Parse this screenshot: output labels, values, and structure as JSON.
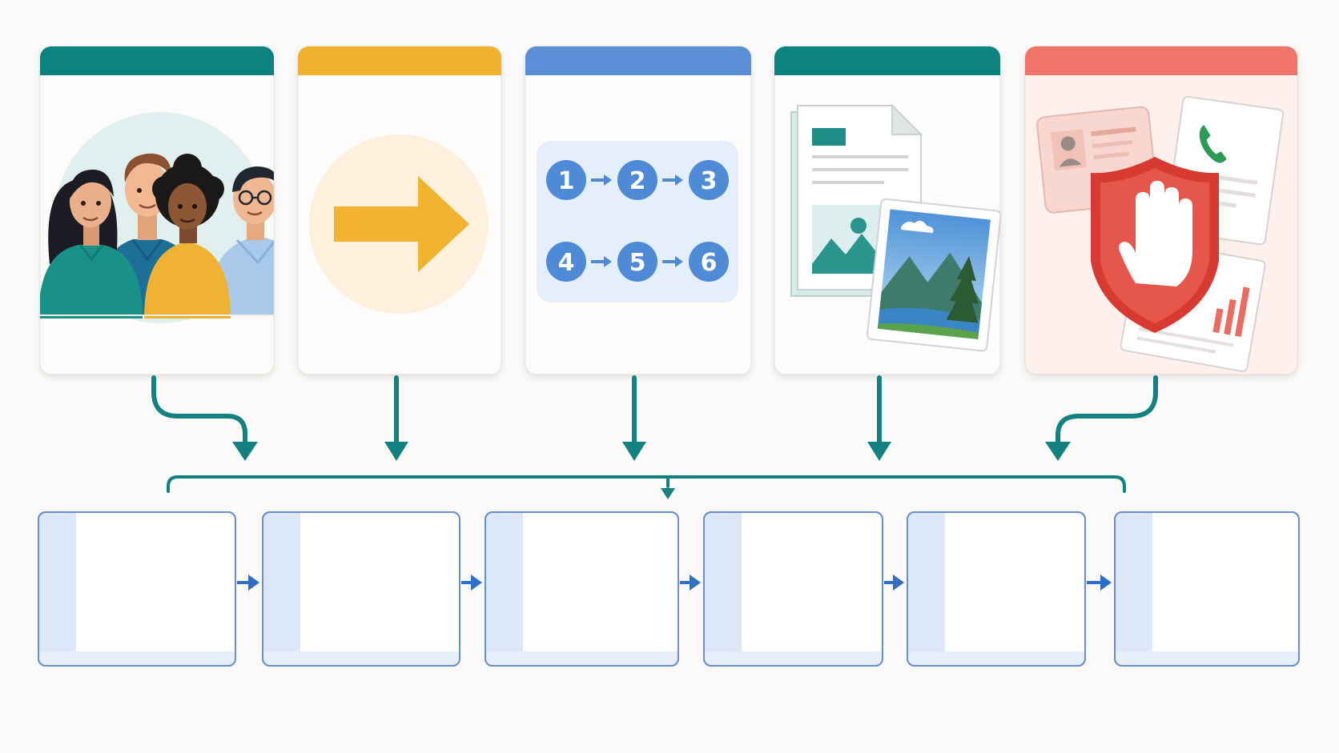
{
  "cards": [
    {
      "id": "people",
      "header_color": "#0e8381",
      "body_color": "#fdfcfa",
      "icon": "people-group-icon"
    },
    {
      "id": "arrow",
      "header_color": "#f0b22f",
      "body_color": "#fdfcfa",
      "icon": "arrow-right-icon"
    },
    {
      "id": "steps",
      "header_color": "#5a8fd6",
      "body_color": "#fdfcfa",
      "icon": "numbered-steps-icon",
      "steps": [
        "1",
        "2",
        "3",
        "4",
        "5",
        "6"
      ]
    },
    {
      "id": "media",
      "header_color": "#0e8381",
      "body_color": "#fdfcfa",
      "icon": "document-and-photo-icon"
    },
    {
      "id": "privacy",
      "header_color": "#f07468",
      "body_color": "#fdf0ed",
      "icon": "privacy-shield-stop-icon"
    }
  ],
  "flow_boxes_count": 6,
  "colors": {
    "connector": "#12817f",
    "flow_arrow": "#2f6fc4",
    "box_border": "#6a8fd0",
    "box_fill": "#ffffff",
    "box_stripe": "#dce8f7",
    "step_circle": "#4f8ad6",
    "step_panel": "#e5eefb"
  }
}
